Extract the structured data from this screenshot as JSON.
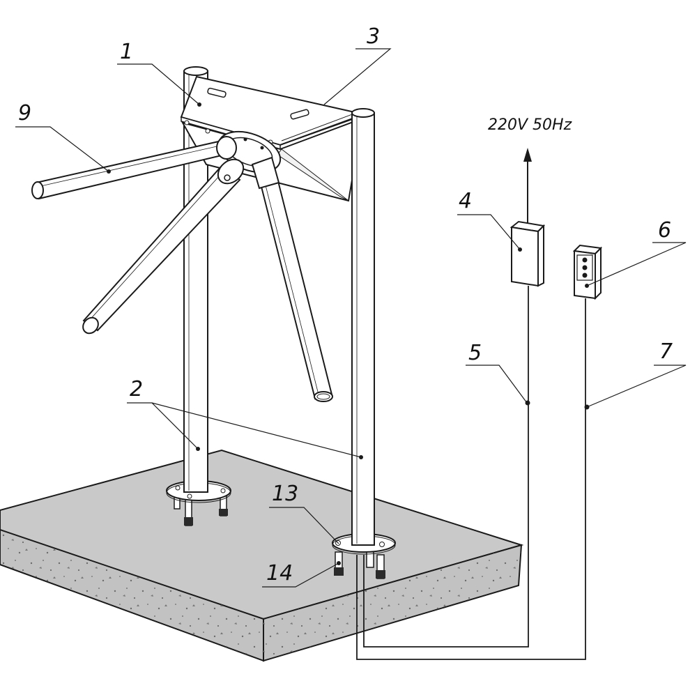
{
  "power_label": "220V 50Hz",
  "callouts": {
    "c1": "1",
    "c2": "2",
    "c3": "3",
    "c4": "4",
    "c5": "5",
    "c6": "6",
    "c7": "7",
    "c9": "9",
    "c13": "13",
    "c14": "14"
  },
  "colors": {
    "line": "#1a1a1a",
    "concrete_top": "#c9c9c9",
    "concrete_side": "#c2c2c2",
    "metal": "#ffffff"
  }
}
